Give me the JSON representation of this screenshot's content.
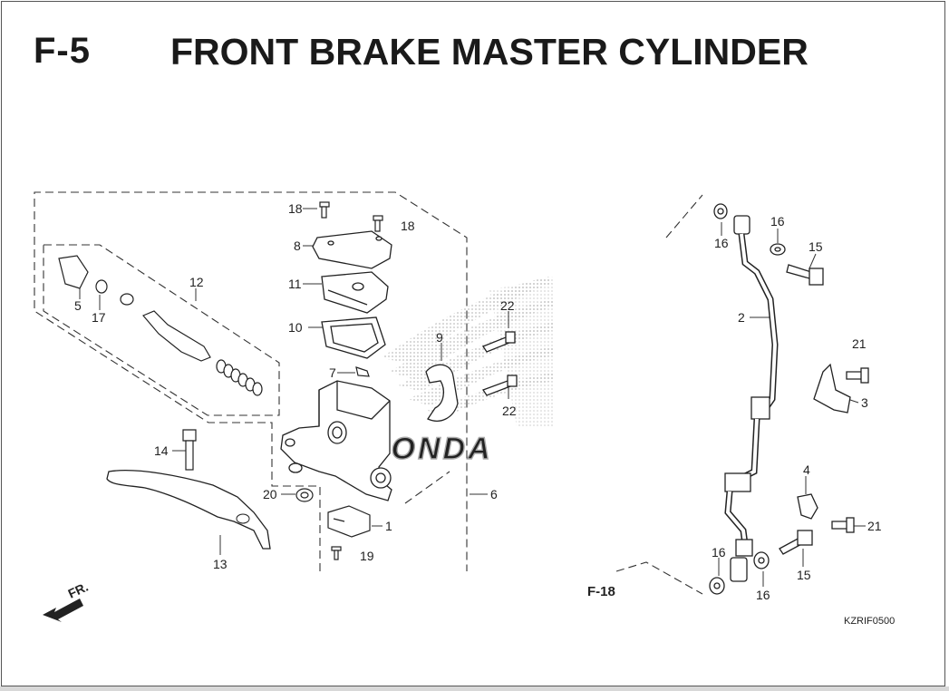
{
  "header": {
    "section_code": "F-5",
    "title": "FRONT BRAKE MASTER CYLINDER"
  },
  "callouts": {
    "c1": "1",
    "c2": "2",
    "c3": "3",
    "c4": "4",
    "c5": "5",
    "c6": "6",
    "c7": "7",
    "c8": "8",
    "c9": "9",
    "c10": "10",
    "c11": "11",
    "c12": "12",
    "c13": "13",
    "c14": "14",
    "c15a": "15",
    "c15b": "15",
    "c16a": "16",
    "c16b": "16",
    "c16c": "16",
    "c16d": "16",
    "c17": "17",
    "c18a": "18",
    "c18b": "18",
    "c19": "19",
    "c20": "20",
    "c21a": "21",
    "c21b": "21",
    "c22a": "22",
    "c22b": "22"
  },
  "references": {
    "cross_ref": "F-18",
    "front_arrow": "FR.",
    "drawing_code": "KZRIF0500"
  },
  "watermark": {
    "brand": "HONDA"
  }
}
